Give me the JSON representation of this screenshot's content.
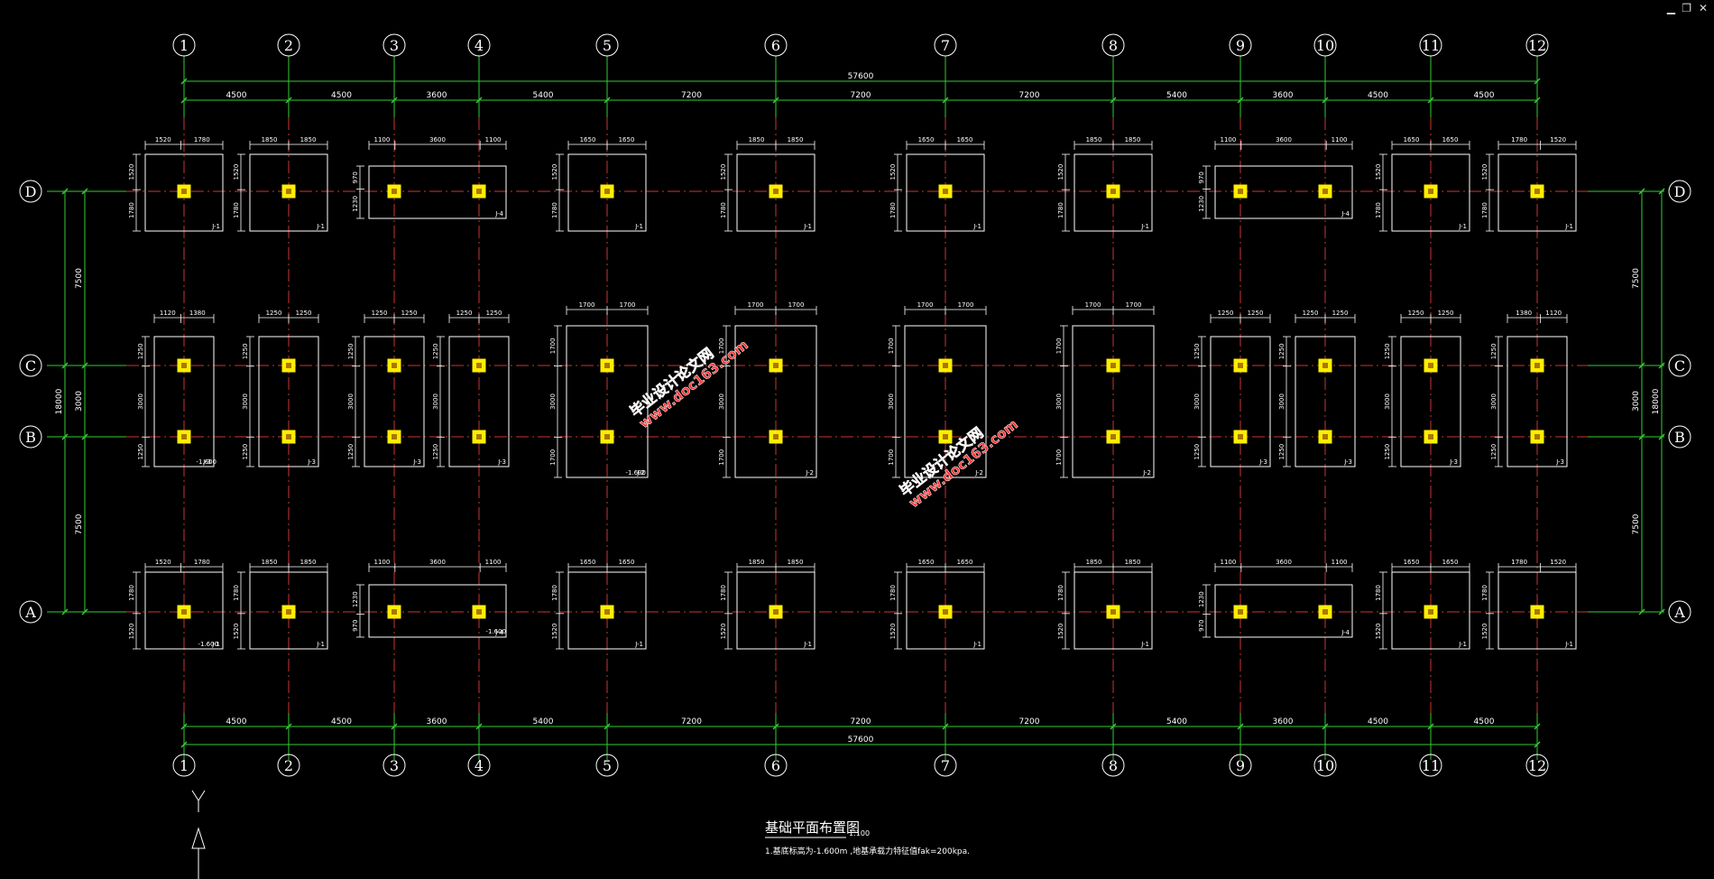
{
  "window": {
    "minimize_icon": "minimize-icon",
    "restore_icon": "restore-icon",
    "close_icon": "close-icon",
    "minimize_glyph": "▁",
    "restore_glyph": "❐",
    "close_glyph": "✕"
  },
  "colors": {
    "background": "#000000",
    "axis_line": "#cc3333",
    "dim_line": "#33cc33",
    "footing": "#ffffff",
    "column": "#ffee00",
    "column_core": "#aa7700",
    "text": "#ffffff",
    "watermark": "#ff3333"
  },
  "grid": {
    "columns": [
      "1",
      "2",
      "3",
      "4",
      "5",
      "6",
      "7",
      "8",
      "9",
      "10",
      "11",
      "12"
    ],
    "column_spacings": [
      "4500",
      "4500",
      "3600",
      "5400",
      "7200",
      "7200",
      "7200",
      "5400",
      "3600",
      "4500",
      "4500"
    ],
    "total_length": "57600",
    "rows": [
      "A",
      "B",
      "C",
      "D"
    ],
    "row_spacings": [
      "7500",
      "3000",
      "7500"
    ],
    "total_width": "18000"
  },
  "footing_dims": {
    "D": [
      [
        "1520",
        "1780"
      ],
      [
        "1850",
        "1850"
      ],
      [
        "1100",
        "3600",
        "1100"
      ],
      [
        "1650",
        "1650"
      ],
      [
        "1850",
        "1850"
      ],
      [
        "1650",
        "1650"
      ],
      [
        "1850",
        "1850"
      ],
      [
        "1100",
        "3600",
        "1100"
      ],
      [
        "1650",
        "1650"
      ],
      [
        "1780",
        "1520"
      ]
    ],
    "CB": [
      [
        "1120",
        "1380"
      ],
      [
        "1250",
        "1250"
      ],
      [
        "1250",
        "1250"
      ],
      [
        "1250",
        "1250"
      ],
      [
        "1700",
        "1700"
      ],
      [
        "1700",
        "1700"
      ],
      [
        "1700",
        "1700"
      ],
      [
        "1700",
        "1700"
      ],
      [
        "1250",
        "1250"
      ],
      [
        "1250",
        "1250"
      ],
      [
        "1250",
        "1250"
      ],
      [
        "1380",
        "1120"
      ]
    ],
    "A": [
      [
        "1520",
        "1780"
      ],
      [
        "1850",
        "1850"
      ],
      [
        "1100",
        "3600",
        "1100"
      ],
      [
        "1650",
        "1650"
      ],
      [
        "1850",
        "1850"
      ],
      [
        "1650",
        "1650"
      ],
      [
        "1850",
        "1850"
      ],
      [
        "1100",
        "3600",
        "1100"
      ],
      [
        "1650",
        "1650"
      ],
      [
        "1780",
        "1520"
      ]
    ],
    "side_D": [
      "1520",
      "1780"
    ],
    "side_D_wide": [
      "970",
      "1230"
    ],
    "side_A": [
      "1780",
      "1520"
    ],
    "side_A_wide": [
      "1230",
      "970"
    ],
    "side_CB_small": [
      "1250",
      "3000",
      "1250"
    ],
    "side_CB_large": [
      "1700",
      "3000",
      "1700"
    ]
  },
  "footing_tags": {
    "J1": "J-1",
    "J2": "J-2",
    "J3": "J-3",
    "J4": "J-4",
    "elevation": "-1.600"
  },
  "watermarks": [
    {
      "line1": "毕业设计论文网",
      "line2": "www.doc163.com"
    },
    {
      "line1": "毕业设计论文网",
      "line2": "www.doc163.com"
    }
  ],
  "drawing": {
    "title": "基础平面布置图",
    "scale": "1:100",
    "note": "1.基底标高为-1.600m ,地基承载力特征值fak=200kpa.",
    "ucs_label": "Y"
  }
}
